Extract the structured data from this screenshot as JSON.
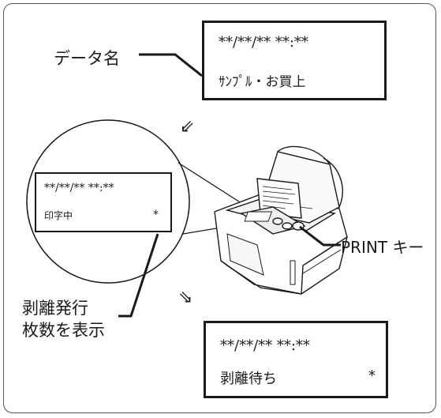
{
  "lcd_top": {
    "line1": "**/**/**    **:**",
    "line2": "ｻﾝﾌﾟﾙ・お買上"
  },
  "lcd_zoom": {
    "line1": "**/**/**    **:**",
    "line2_text": "印字中",
    "line2_mark": "*"
  },
  "lcd_bottom": {
    "line1": "**/**/**    **:**",
    "line2_text": "剥離待ち",
    "line2_mark": "*"
  },
  "labels": {
    "data_name": "データ名",
    "print_key": "PRINT キー",
    "peel_count_line1": "剥離発行",
    "peel_count_line2": "枚数を表示"
  },
  "arrows": {
    "down_left": "⇙",
    "down_right": "⇘"
  }
}
